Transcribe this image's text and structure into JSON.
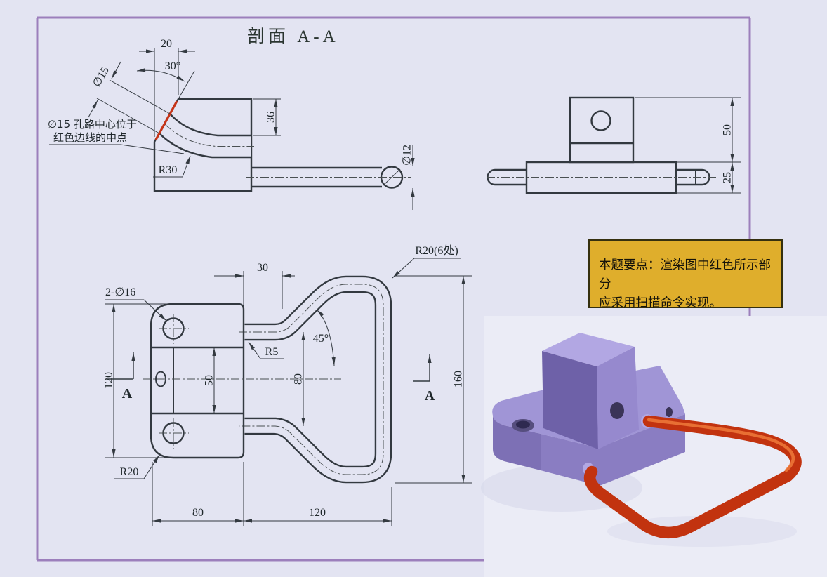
{
  "page": {
    "background": "#e3e4f2",
    "border_color": "#9c7fbc",
    "line_color": "#333940"
  },
  "title": "剖面 A-A",
  "section_view": {
    "dim_width": "20",
    "dim_angle": "30°",
    "dim_hole": "∅15",
    "note_line1": "∅15 孔路中心位于",
    "note_line2": "红色边线的中点",
    "dim_depth": "36",
    "label_radius": "R30",
    "dim_rod": "∅12",
    "red_edge_color": "#c63418"
  },
  "front_view": {
    "dim_upper_height": "50",
    "dim_base_height": "25"
  },
  "plan_view": {
    "dim_strut_len": "30",
    "label_holes": "2-∅16",
    "label_loop_radius": "R20(6处)",
    "dim_bend_angle": "45°",
    "label_fillet": "R5",
    "dim_strut_gap": "80",
    "dim_slot": "50",
    "dim_body_height": "120",
    "dim_loop_height": "160",
    "label_corner_radius": "R20",
    "dim_body_width": "80",
    "dim_loop_width": "120",
    "section_label_left": "A",
    "section_label_right": "A"
  },
  "note_box": {
    "background": "#dfae2c",
    "text_line1": "本题要点：渲染图中红色所示部分",
    "text_line2": "应采用扫描命令实现。"
  },
  "render_3d": {
    "body_color": "#9689ce",
    "body_top_color": "#b2a7e3",
    "body_shadow_color": "#6e61a8",
    "base_color": "#a095d6",
    "handle_color": "#c2330f",
    "handle_highlight": "#ef7a3a"
  }
}
